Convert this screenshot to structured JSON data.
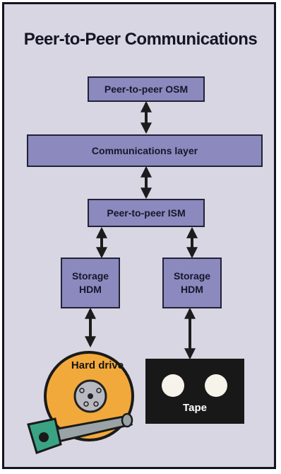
{
  "diagram": {
    "title": "Peer-to-Peer Communications",
    "nodes": {
      "osm": "Peer-to-peer OSM",
      "comm_layer": "Communications layer",
      "ism": "Peer-to-peer ISM",
      "hdm_left": [
        "Storage",
        "HDM"
      ],
      "hdm_right": [
        "Storage",
        "HDM"
      ],
      "hard_drive": "Hard drive",
      "tape": "Tape"
    },
    "edges": [
      {
        "from": "osm",
        "to": "comm_layer",
        "type": "bidirectional"
      },
      {
        "from": "comm_layer",
        "to": "ism",
        "type": "bidirectional"
      },
      {
        "from": "ism",
        "to": "hdm_left",
        "type": "bidirectional"
      },
      {
        "from": "ism",
        "to": "hdm_right",
        "type": "bidirectional"
      },
      {
        "from": "hdm_left",
        "to": "hard_drive",
        "type": "bidirectional"
      },
      {
        "from": "hdm_right",
        "to": "tape",
        "type": "bidirectional"
      }
    ],
    "colors": {
      "box_fill": "#8b89bd",
      "panel_bg": "#d7d6e2",
      "border": "#141423",
      "drive_fill": "#f2a93b",
      "tape_fill": "#181818"
    }
  }
}
